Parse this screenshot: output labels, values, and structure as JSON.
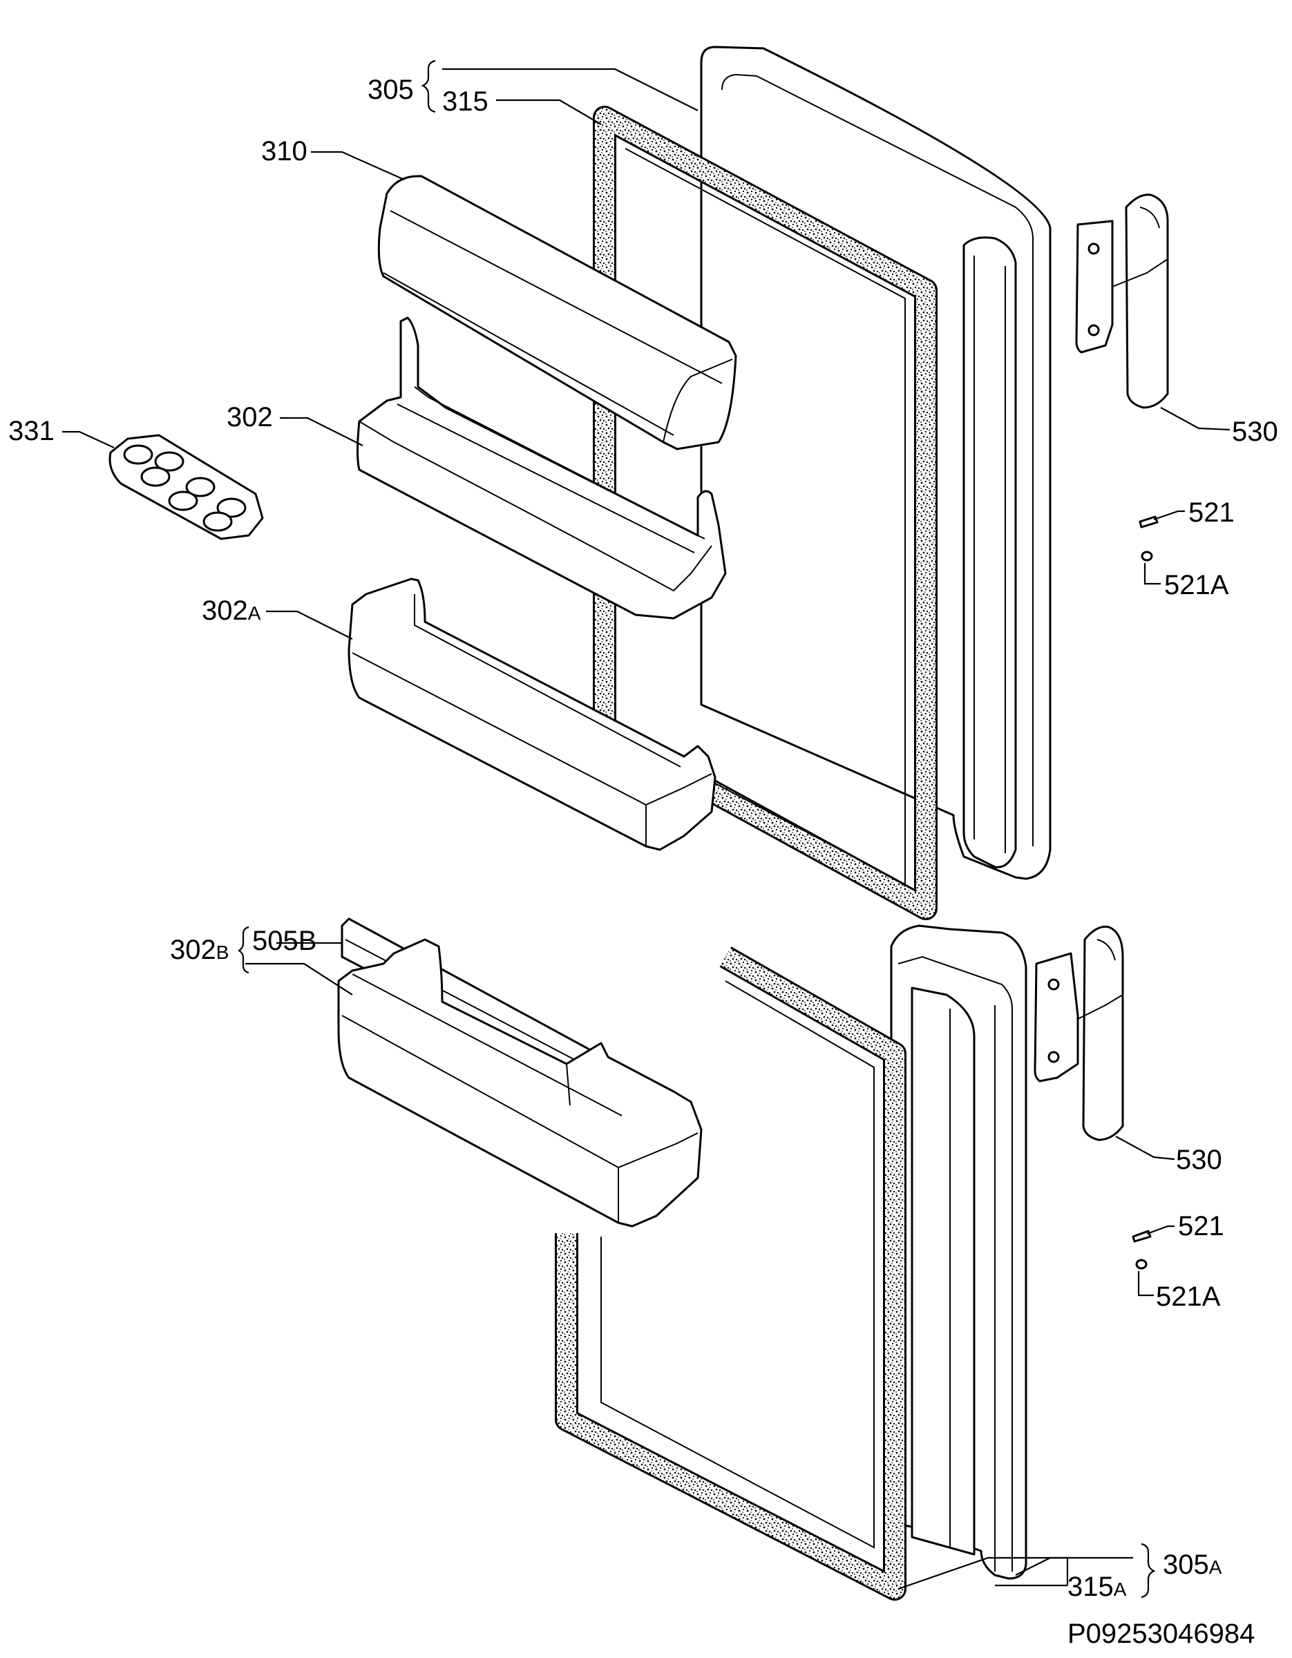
{
  "drawing_code": "P09253046984",
  "labels": {
    "l305": "305",
    "l315": "315",
    "l310": "310",
    "l302": "302",
    "l331": "331",
    "l302A_num": "302",
    "l302A_sfx": "A",
    "l302B_num": "302",
    "l302B_sfx": "B",
    "l505B": "505B",
    "l530_top": "530",
    "l521_top": "521",
    "l521A_top": "521A",
    "l530_bot": "530",
    "l521_bot": "521",
    "l521A_bot": "521A",
    "l305A_num": "305",
    "l305A_sfx": "A",
    "l315A_num": "315",
    "l315A_sfx": "A"
  }
}
